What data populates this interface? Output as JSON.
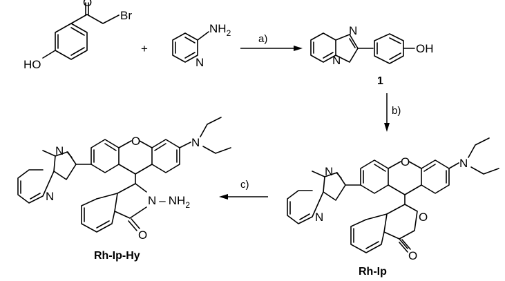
{
  "atoms": {
    "oxygen": "O",
    "bromine": "Br",
    "hydroxyl": "HO",
    "hydroxyl_right": "OH",
    "nitrogen": "N",
    "amine_n": "NH",
    "amine_sub": "2",
    "hydrazide_n": "N",
    "hydrazide_nh": "NH",
    "hydrazide_sub": "2"
  },
  "operators": {
    "plus": "+"
  },
  "conditions": {
    "a": "a)",
    "b": "b)",
    "c": "c)"
  },
  "compounds": {
    "c1": "1",
    "rh_ip": "Rh-Ip",
    "rh_ip_hy": "Rh-Ip-Hy"
  }
}
